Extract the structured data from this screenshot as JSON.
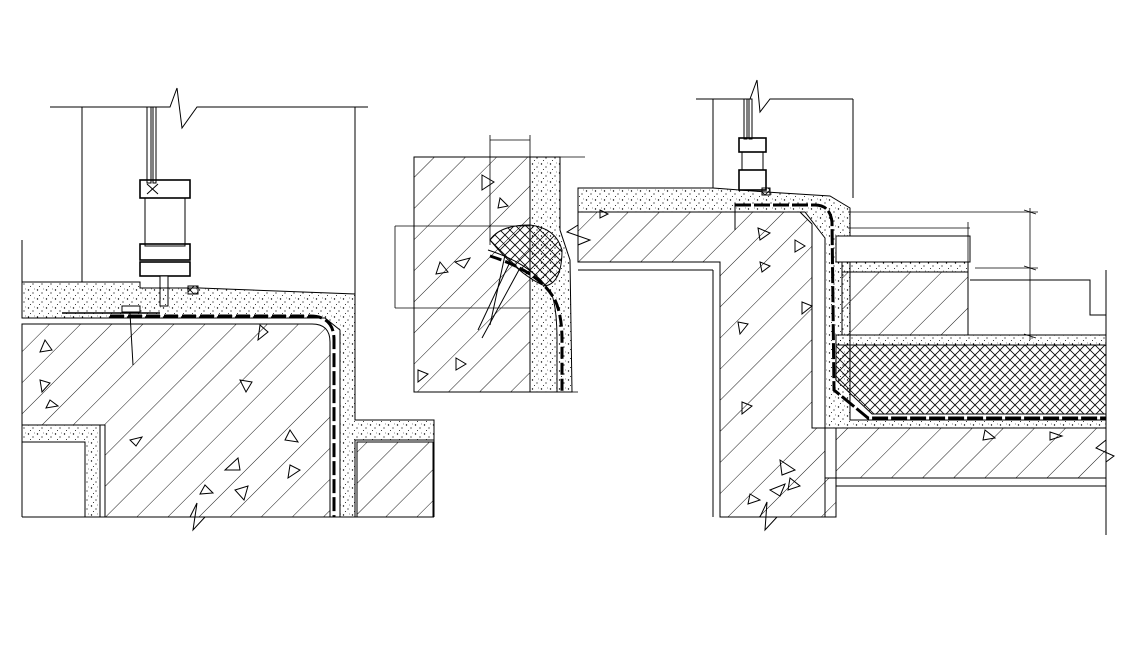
{
  "drawing": {
    "background": "#ffffff",
    "ink": "#000000",
    "details": [
      {
        "id": "left-detail",
        "description_name": "window-sill-section-left"
      },
      {
        "id": "middle-detail",
        "description_name": "waterproofing-corner-enlarged"
      },
      {
        "id": "right-detail",
        "description_name": "window-sill-with-insulated-slab"
      }
    ],
    "materials": [
      "concrete",
      "cement-mortar",
      "insulation",
      "waterproof-membrane",
      "window-frame"
    ]
  }
}
